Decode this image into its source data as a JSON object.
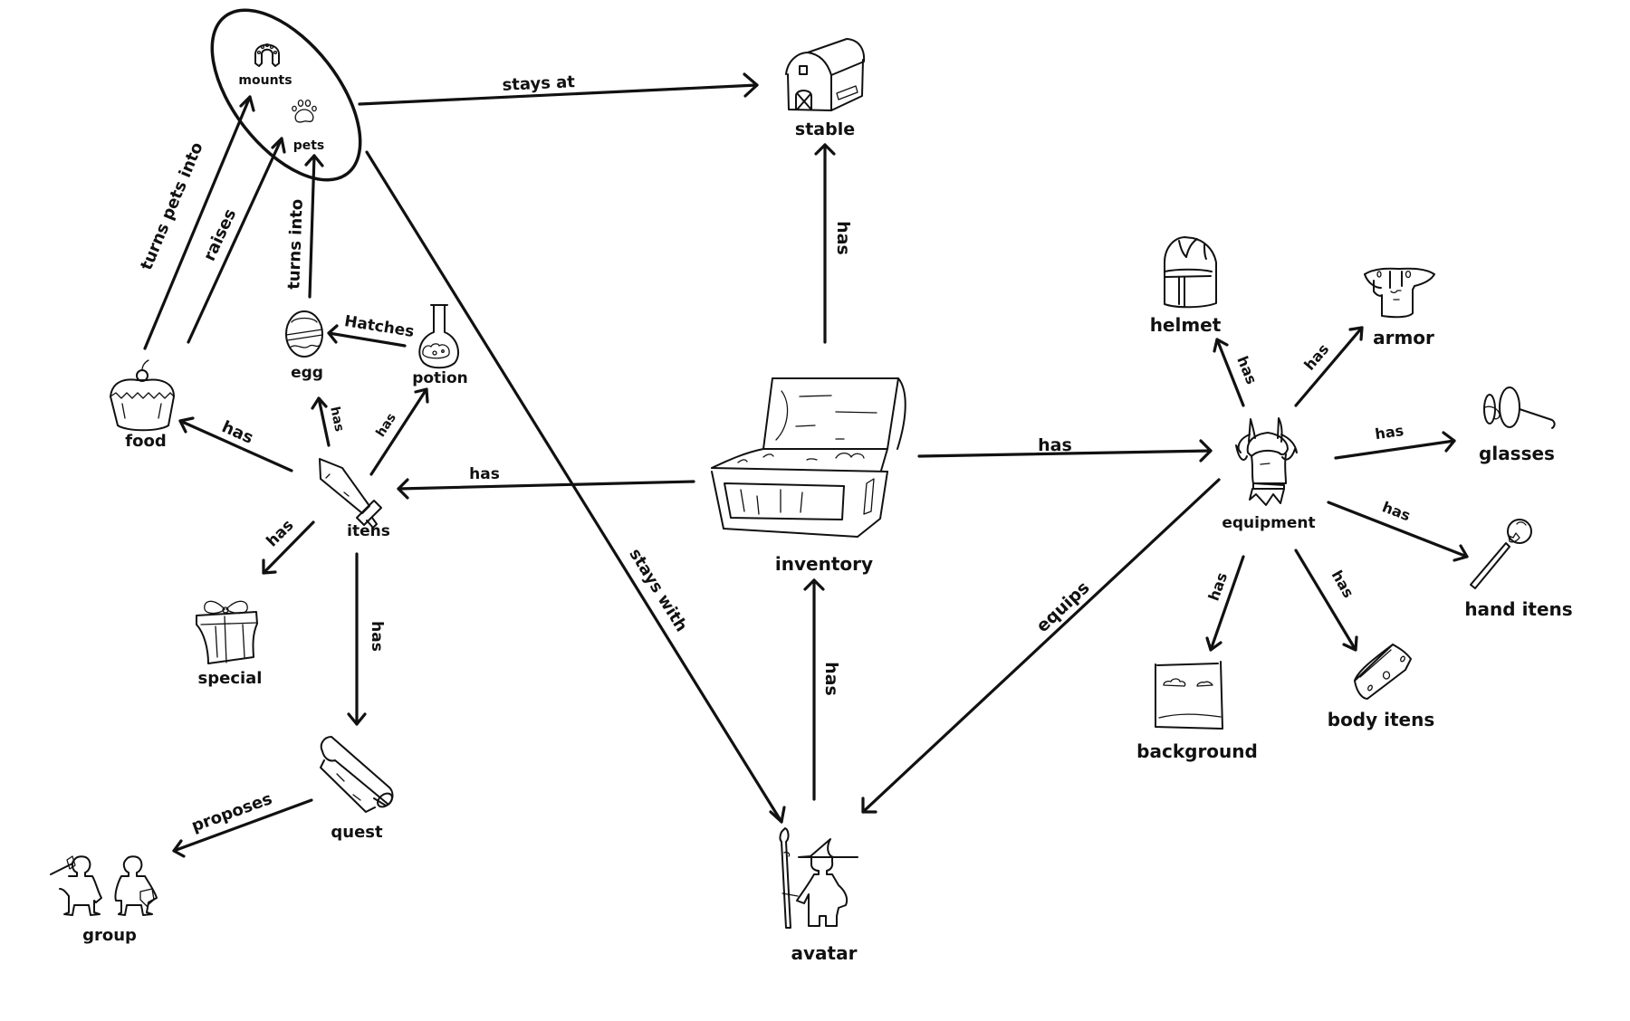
{
  "diagram": {
    "type": "concept-map",
    "nodes": {
      "mounts": {
        "label": "mounts",
        "icon": "horseshoe-icon"
      },
      "pets": {
        "label": "pets",
        "icon": "paw-icon"
      },
      "stable": {
        "label": "stable",
        "icon": "barn-icon"
      },
      "egg": {
        "label": "egg",
        "icon": "egg-icon"
      },
      "potion": {
        "label": "potion",
        "icon": "potion-flask-icon"
      },
      "food": {
        "label": "food",
        "icon": "cupcake-icon"
      },
      "itens": {
        "label": "itens",
        "icon": "sword-icon"
      },
      "special": {
        "label": "special",
        "icon": "gift-icon"
      },
      "quest": {
        "label": "quest",
        "icon": "scroll-icon"
      },
      "group": {
        "label": "group",
        "icon": "party-icon"
      },
      "inventory": {
        "label": "inventory",
        "icon": "chest-icon"
      },
      "avatar": {
        "label": "avatar",
        "icon": "wizard-icon"
      },
      "equipment": {
        "label": "equipment",
        "icon": "armor-set-icon"
      },
      "helmet": {
        "label": "helmet",
        "icon": "helmet-icon"
      },
      "armor": {
        "label": "armor",
        "icon": "breastplate-icon"
      },
      "glasses": {
        "label": "glasses",
        "icon": "glasses-icon"
      },
      "hand_itens": {
        "label": "hand itens",
        "icon": "wand-icon"
      },
      "background": {
        "label": "background",
        "icon": "landscape-frame-icon"
      },
      "body_itens": {
        "label": "body itens",
        "icon": "bracelet-icon"
      }
    },
    "edges": {
      "pets_group_stays_at_stable": {
        "from": "mounts/pets",
        "to": "stable",
        "label": "stays at"
      },
      "pets_group_stays_with_avatar": {
        "from": "mounts/pets",
        "to": "avatar",
        "label": "stays with"
      },
      "food_turns_pets_into_mounts": {
        "from": "food",
        "to": "mounts",
        "label": "turns pets into"
      },
      "food_raises_pets": {
        "from": "food",
        "to": "pets",
        "label": "raises"
      },
      "egg_turns_into_pets": {
        "from": "egg",
        "to": "pets",
        "label": "turns into"
      },
      "potion_hatches_egg": {
        "from": "potion",
        "to": "egg",
        "label": "Hatches"
      },
      "itens_has_food": {
        "from": "itens",
        "to": "food",
        "label": "has"
      },
      "itens_has_egg": {
        "from": "itens",
        "to": "egg",
        "label": "has"
      },
      "itens_has_potion": {
        "from": "itens",
        "to": "potion",
        "label": "has"
      },
      "itens_has_special": {
        "from": "itens",
        "to": "special",
        "label": "has"
      },
      "itens_has_quest": {
        "from": "itens",
        "to": "quest",
        "label": "has"
      },
      "quest_proposes_group": {
        "from": "quest",
        "to": "group",
        "label": "proposes"
      },
      "inventory_has_itens": {
        "from": "inventory",
        "to": "itens",
        "label": "has"
      },
      "inventory_has_stable": {
        "from": "inventory",
        "to": "stable",
        "label": "has"
      },
      "inventory_has_equipment": {
        "from": "inventory",
        "to": "equipment",
        "label": "has"
      },
      "avatar_has_inventory": {
        "from": "avatar",
        "to": "inventory",
        "label": "has"
      },
      "equipment_equips_avatar": {
        "from": "equipment",
        "to": "avatar",
        "label": "equips"
      },
      "equipment_has_helmet": {
        "from": "equipment",
        "to": "helmet",
        "label": "has"
      },
      "equipment_has_armor": {
        "from": "equipment",
        "to": "armor",
        "label": "has"
      },
      "equipment_has_glasses": {
        "from": "equipment",
        "to": "glasses",
        "label": "has"
      },
      "equipment_has_hand_itens": {
        "from": "equipment",
        "to": "hand itens",
        "label": "has"
      },
      "equipment_has_background": {
        "from": "equipment",
        "to": "background",
        "label": "has"
      },
      "equipment_has_body_itens": {
        "from": "equipment",
        "to": "body itens",
        "label": "has"
      }
    }
  }
}
